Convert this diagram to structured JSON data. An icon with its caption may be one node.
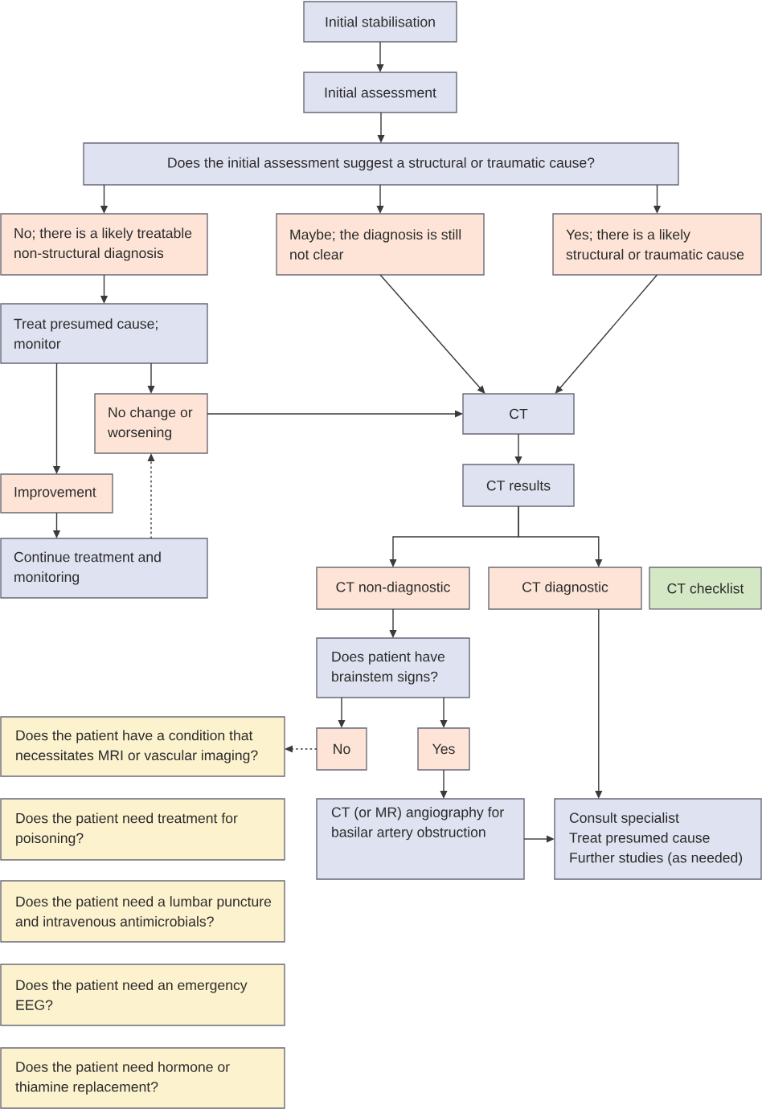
{
  "diagram": {
    "nodes": [
      {
        "text": [
          "Initial stabilisation"
        ]
      },
      {
        "text": [
          "Initial assessment"
        ]
      },
      {
        "text": [
          "Does the initial assessment suggest a structural or traumatic cause?"
        ]
      },
      {
        "text": [
          "No; there is a likely treatable non-structural diagnosis"
        ]
      },
      {
        "text": [
          "Maybe; the diagnosis is still not clear"
        ]
      },
      {
        "text": [
          "Yes; there is a likely structural or traumatic cause"
        ]
      },
      {
        "text": [
          "Treat presumed cause; monitor"
        ]
      },
      {
        "text": [
          "No change or worsening"
        ]
      },
      {
        "text": [
          "Improvement"
        ]
      },
      {
        "text": [
          "Continue treatment and monitoring"
        ]
      },
      {
        "text": [
          "CT"
        ]
      },
      {
        "text": [
          "CT results"
        ]
      },
      {
        "text": [
          "CT non-diagnostic"
        ]
      },
      {
        "text": [
          "CT diagnostic"
        ]
      },
      {
        "text": [
          "CT checklist"
        ]
      },
      {
        "text": [
          "Does patient have brainstem signs?"
        ]
      },
      {
        "text": [
          "No"
        ]
      },
      {
        "text": [
          "Yes"
        ]
      },
      {
        "text": [
          "CT (or MR) angiography for basilar artery obstruction"
        ]
      },
      {
        "text": [
          "Consult specialist",
          "Treat presumed cause",
          "Further studies (as needed)"
        ]
      },
      {
        "text": [
          "Does the patient have a condition that necessitates MRI or vascular imaging?"
        ]
      },
      {
        "text": [
          "Does the patient need treatment for poisoning?"
        ]
      },
      {
        "text": [
          "Does the patient need a lumbar puncture and intravenous antimicrobials?"
        ]
      },
      {
        "text": [
          "Does the patient need an emergency EEG?"
        ]
      },
      {
        "text": [
          "Does the patient need hormone or thiamine replacement?"
        ]
      }
    ],
    "edges": [
      {
        "from": 0,
        "to": 1,
        "arrow": "to"
      },
      {
        "from": 1,
        "to": 2,
        "arrow": "to"
      },
      {
        "from": 2,
        "to": 3,
        "arrow": "to"
      },
      {
        "from": 2,
        "to": 4,
        "arrow": "to"
      },
      {
        "from": 2,
        "to": 5,
        "arrow": "to"
      },
      {
        "from": 3,
        "to": 6,
        "arrow": "to"
      },
      {
        "from": 6,
        "to": 8,
        "arrow": "to"
      },
      {
        "from": 6,
        "to": 7,
        "arrow": "to"
      },
      {
        "from": 7,
        "to": 10,
        "arrow": "to"
      },
      {
        "from": 4,
        "to": 10,
        "arrow": "to"
      },
      {
        "from": 5,
        "to": 10,
        "arrow": "to"
      },
      {
        "from": 8,
        "to": 9,
        "arrow": "to"
      },
      {
        "from": 9,
        "to": 7,
        "arrow": "to",
        "style": "dashed"
      },
      {
        "from": 10,
        "to": 11,
        "arrow": "to"
      },
      {
        "from": 11,
        "to": 12,
        "arrow": "to"
      },
      {
        "from": 11,
        "to": 13,
        "arrow": "to"
      },
      {
        "from": 12,
        "to": 15,
        "arrow": "to"
      },
      {
        "from": 15,
        "to": 16,
        "arrow": "to"
      },
      {
        "from": 15,
        "to": 17,
        "arrow": "to"
      },
      {
        "from": 16,
        "to": 20,
        "arrow": "to",
        "style": "dashed"
      },
      {
        "from": 17,
        "to": 18,
        "arrow": "to"
      },
      {
        "from": 18,
        "to": 19,
        "arrow": "to"
      },
      {
        "from": 13,
        "to": 19,
        "arrow": "to"
      }
    ]
  }
}
